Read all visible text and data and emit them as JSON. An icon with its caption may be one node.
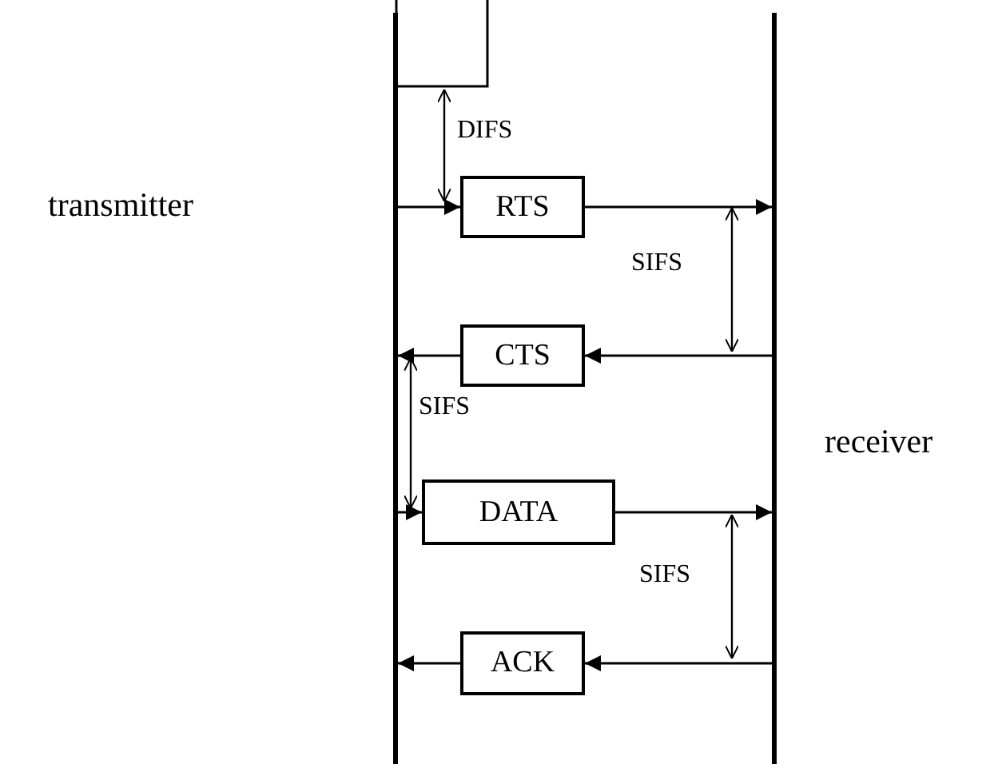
{
  "diagram": {
    "nodes": [
      {
        "text": [],
        "shape": "bar"
      },
      {
        "text": [],
        "shape": "bar"
      },
      {
        "text": [
          "RTS"
        ]
      },
      {
        "text": [
          "CTS"
        ]
      },
      {
        "text": [
          "DATA"
        ]
      },
      {
        "text": [
          "ACK"
        ]
      }
    ],
    "edges": [
      {
        "from": 0,
        "to": 2,
        "arrow": "to"
      },
      {
        "from": 2,
        "to": 1,
        "arrow": "to"
      },
      {
        "from": 1,
        "to": 3,
        "arrow": "to"
      },
      {
        "from": 3,
        "to": 0,
        "arrow": "to"
      },
      {
        "from": 0,
        "to": 4,
        "arrow": "to"
      },
      {
        "from": 4,
        "to": 1,
        "arrow": "to"
      },
      {
        "from": 1,
        "to": 5,
        "arrow": "to"
      },
      {
        "from": 5,
        "to": 0,
        "arrow": "to"
      }
    ],
    "labels": [
      "DIFS",
      "transmitter",
      "SIFS",
      "SIFS",
      "receiver",
      "SIFS"
    ]
  }
}
